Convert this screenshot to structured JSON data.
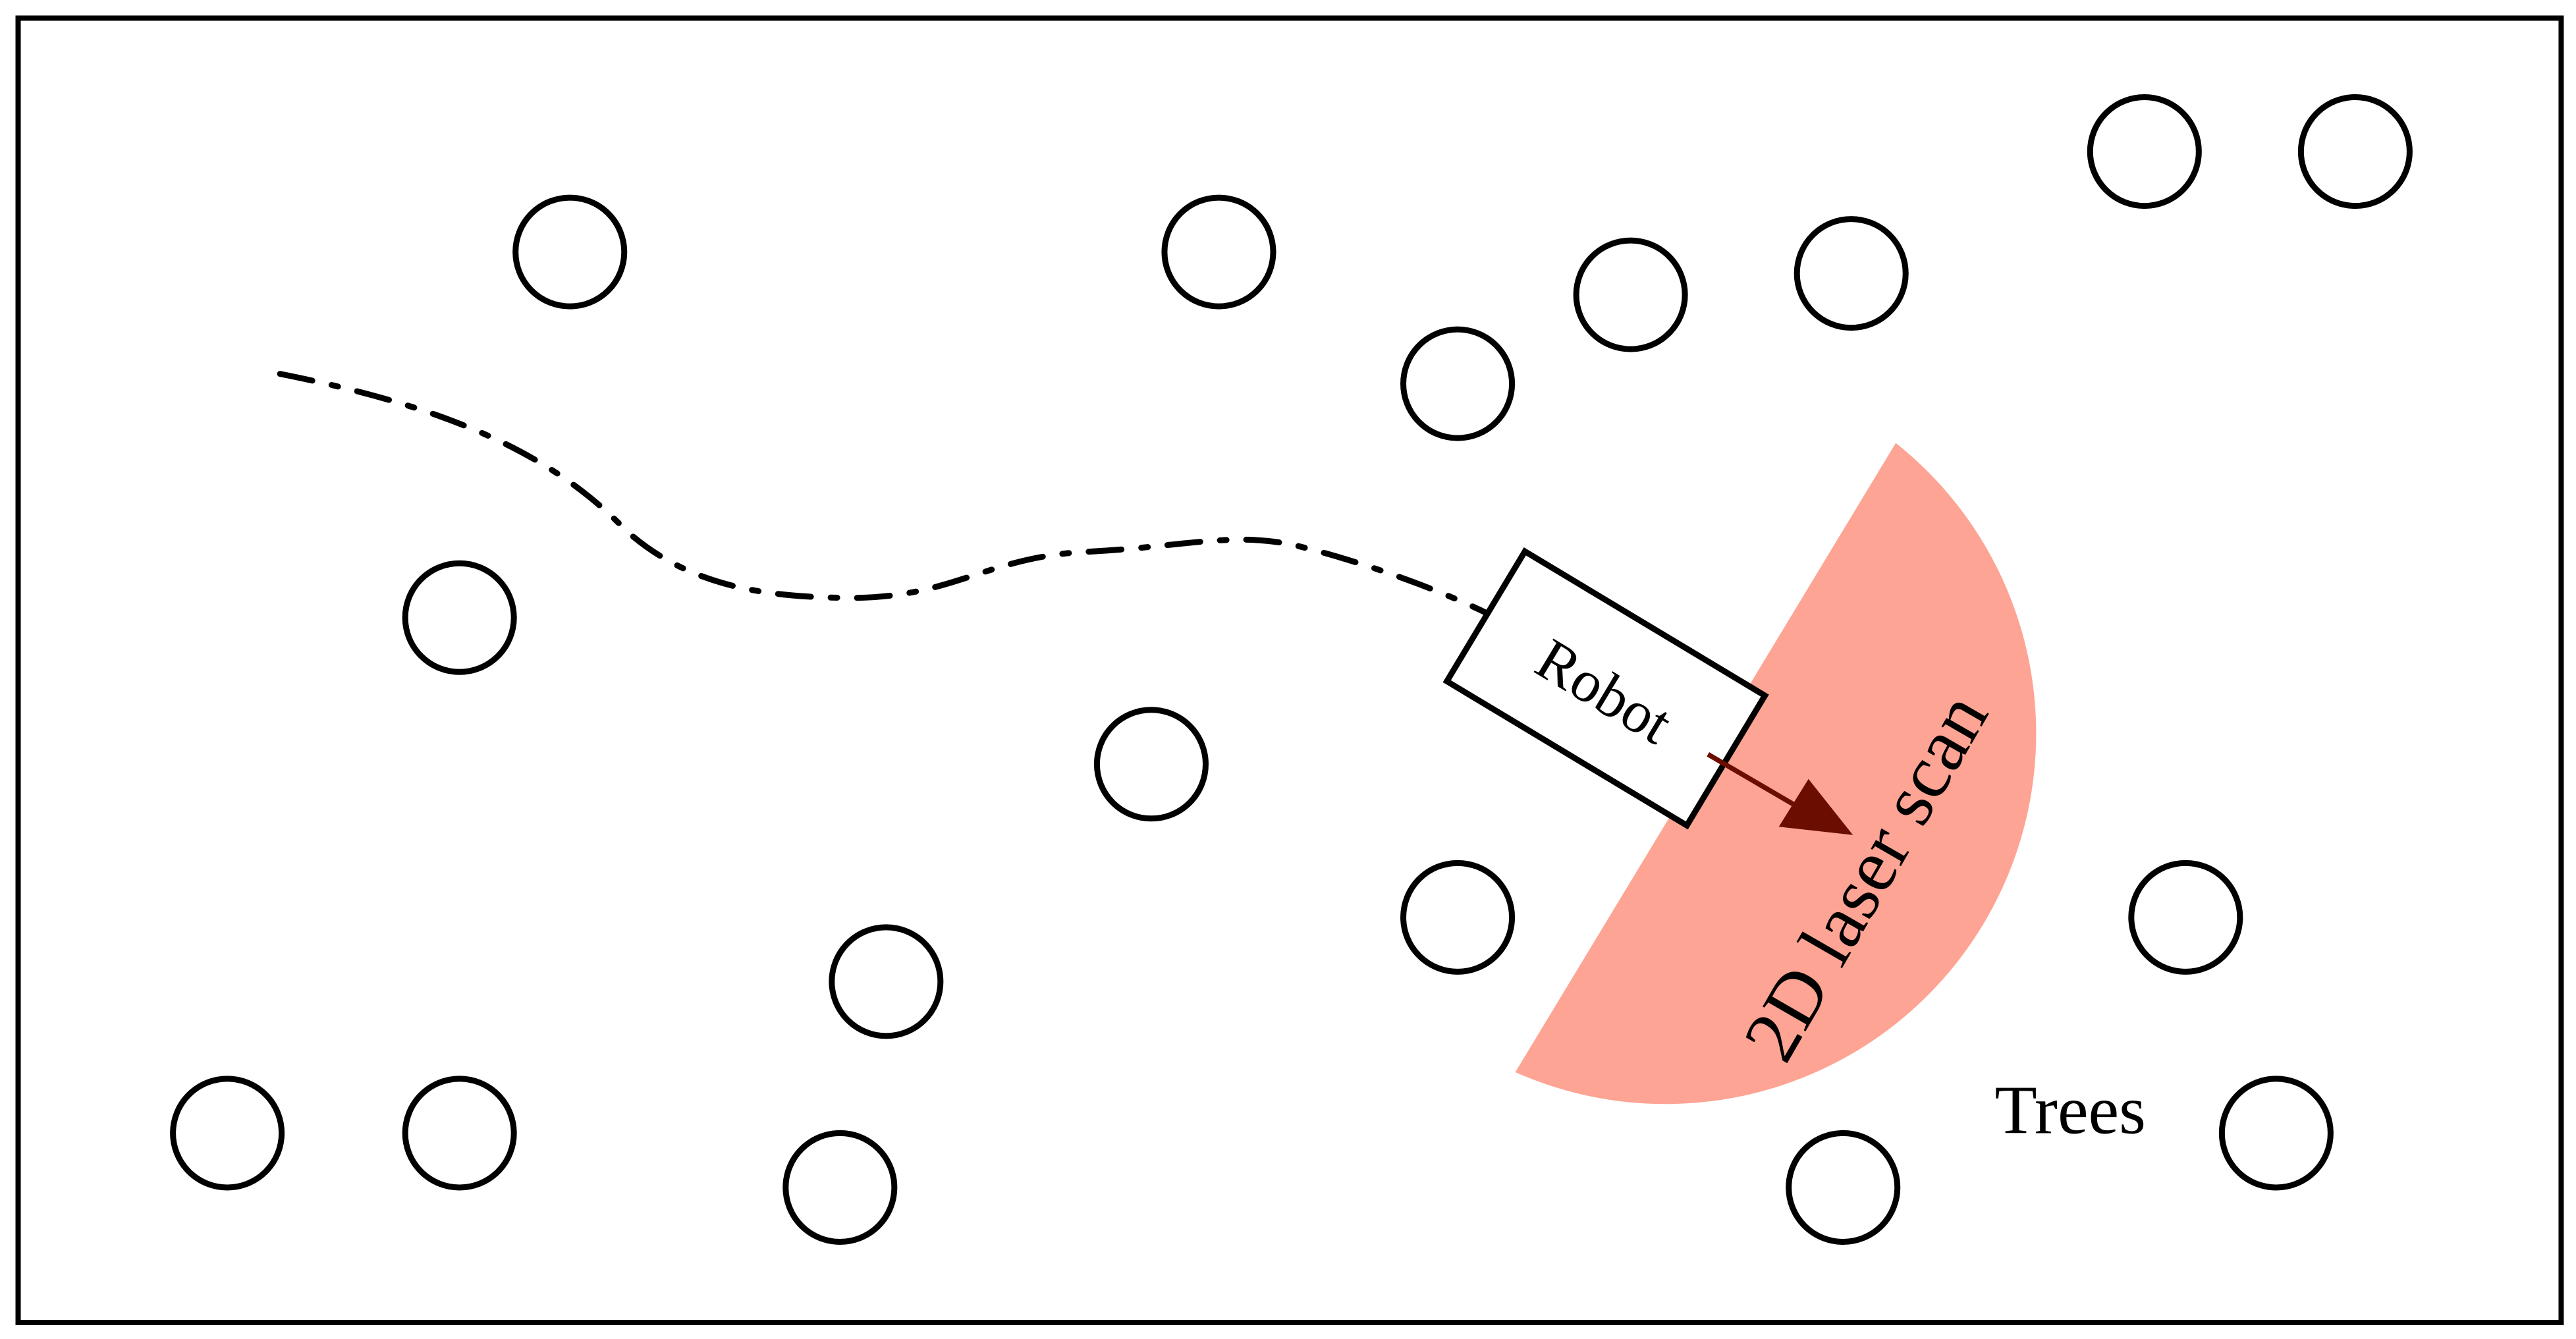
{
  "labels": {
    "robot": "Robot",
    "scan": "2D laser scan",
    "trees": "Trees"
  },
  "colors": {
    "scan_fill": "#fea494",
    "heading_arrow": "#6b0e00",
    "outline": "#000000"
  }
}
